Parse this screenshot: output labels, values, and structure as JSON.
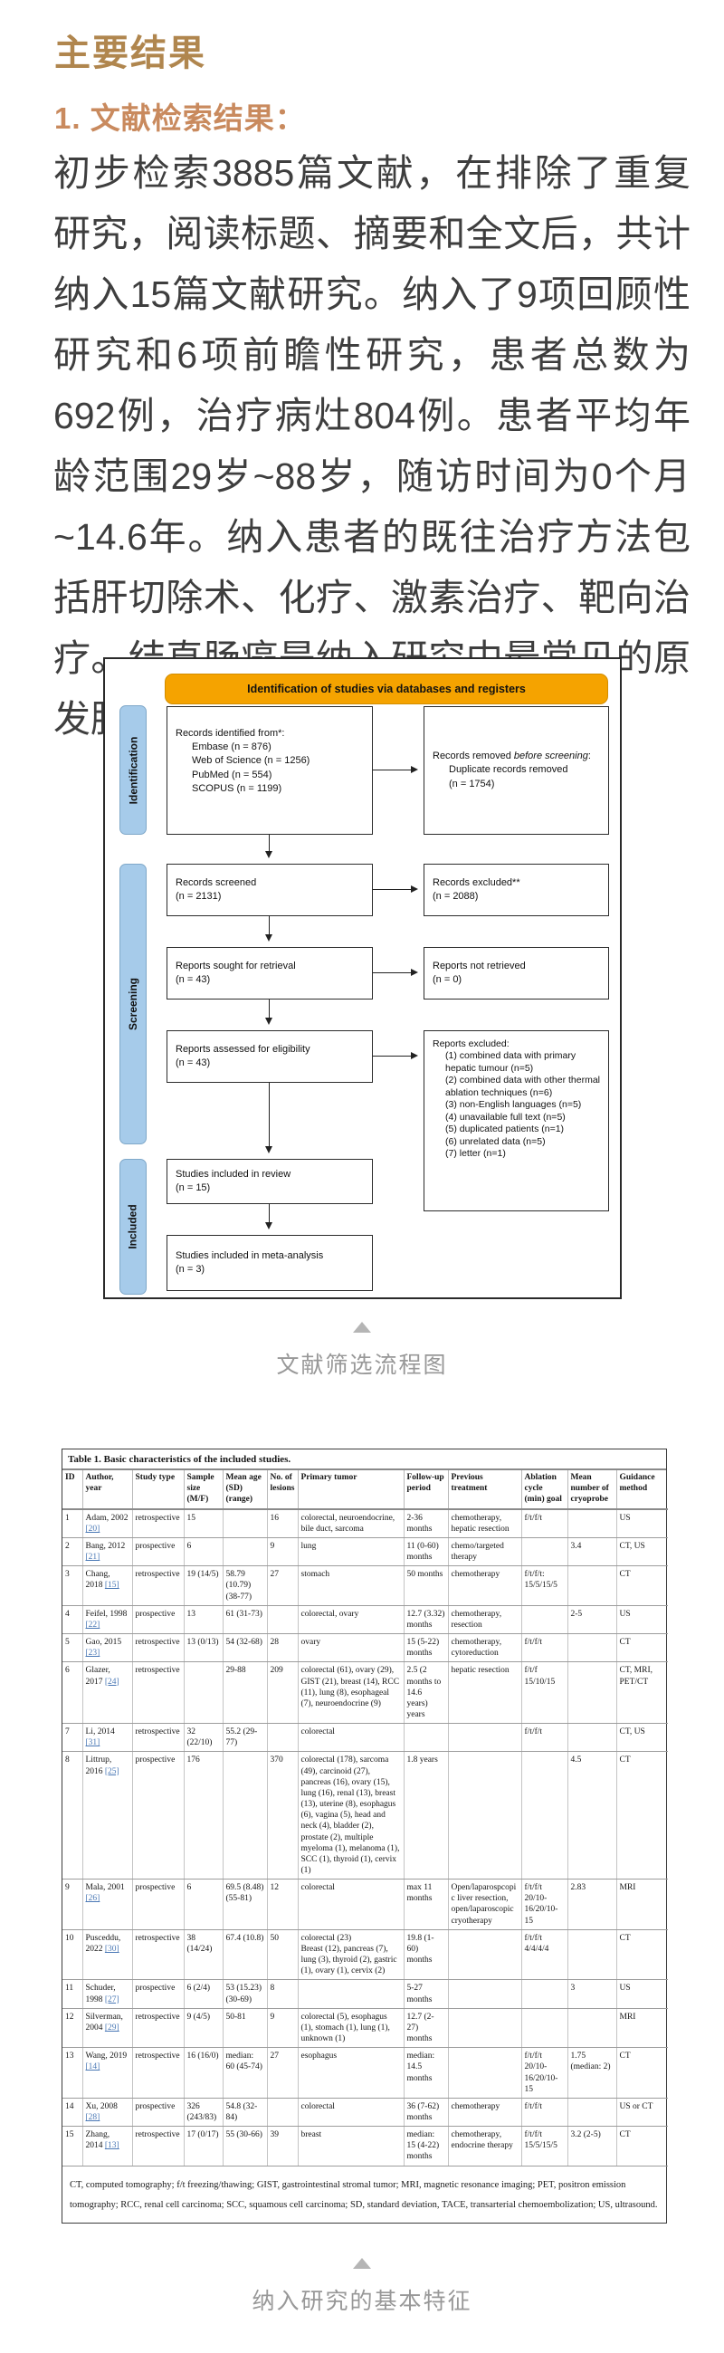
{
  "colors": {
    "title_gold": "#b0864e",
    "section_tan": "#c98a5e",
    "body_text": "#3e3e3e",
    "prisma_yellow": "#F5A300",
    "prisma_blue": "#A6CBEA",
    "citation_link_blue": "#4A78B5",
    "caption_gray": "#989898"
  },
  "icons": {
    "figure_caption_marker": "triangle-up",
    "table_caption_marker": "triangle-up"
  },
  "page": {
    "title": "主要结果",
    "section_heading": "1. 文献检索结果：",
    "paragraph": "初步检索3885篇文献，在排除了重复研究，阅读标题、摘要和全文后，共计纳入15篇文献研究。纳入了9项回顾性研究和6项前瞻性研究，患者总数为692例，治疗病灶804例。患者平均年龄范围29岁~88岁，随访时间为0个月~14.6年。纳入患者的既往治疗方法包括肝切除术、化疗、激素治疗、靶向治疗。结直肠癌是纳入研究中最常见的原发肿瘤部位。",
    "figure_caption": "文献筛选流程图",
    "table_caption": "纳入研究的基本特征"
  },
  "diagram": {
    "header": "Identification of studies via databases and registers",
    "tabs": [
      "Identification",
      "Screening",
      "Included"
    ],
    "identified_title": "Records identified from*:",
    "identified_lines": [
      "Embase (n = 876)",
      "Web of Science (n = 1256)",
      "PubMed (n = 554)",
      "SCOPUS (n = 1199)"
    ],
    "removed_pre": "Records removed ",
    "removed_italic": "before screening",
    "removed_colon": ":",
    "removed_body": "Duplicate records removed\n(n = 1754)",
    "screened": "Records screened\n(n = 2131)",
    "records_excluded": "Records excluded**\n(n = 2088)",
    "sought": "Reports sought for retrieval\n(n = 43)",
    "not_retrieved": "Reports not retrieved\n(n = 0)",
    "assessed": "Reports assessed for eligibility\n(n = 43)",
    "reports_excluded_title": "Reports excluded:",
    "reports_excluded_items": [
      "(1) combined data with primary hepatic tumour (n=5)",
      "(2) combined data with other thermal ablation techniques (n=6)",
      "(3) non-English languages (n=5)",
      "(4) unavailable full text (n=5)",
      "(5) duplicated patients (n=1)",
      "(6) unrelated data (n=5)",
      "(7) letter (n=1)"
    ],
    "included_review": "Studies included in review\n(n = 15)",
    "included_meta": "Studies included in meta-analysis\n(n = 3)"
  },
  "table": {
    "title": "Table 1.  Basic characteristics of the included studies.",
    "headers": [
      "ID",
      "Author, year",
      "Study type",
      "Sample size (M/F)",
      "Mean age (SD) (range)",
      "No. of lesions",
      "Primary tumor",
      "Follow-up period",
      "Previous treatment",
      "Ablation cycle (min) goal",
      "Mean number of cryoprobe",
      "Guidance method"
    ],
    "rows": [
      {
        "id": "1",
        "author": "Adam, 2002",
        "ref": "[20]",
        "study_type": "retrospective",
        "sample": "15",
        "age": "",
        "lesions": "16",
        "primary": "colorectal, neuroendocrine, bile duct, sarcoma",
        "followup": "2-36 months",
        "previous": "chemotherapy, hepatic resection",
        "ablation": "f/t/f/t",
        "probes": "",
        "guidance": "US"
      },
      {
        "id": "2",
        "author": "Bang, 2012",
        "ref": "[21]",
        "study_type": "prospective",
        "sample": "6",
        "age": "",
        "lesions": "9",
        "primary": "lung",
        "followup": "11 (0-60) months",
        "previous": "chemo/targeted therapy",
        "ablation": "",
        "probes": "3.4",
        "guidance": "CT, US"
      },
      {
        "id": "3",
        "author": "Chang, 2018",
        "ref": "[15]",
        "study_type": "retrospective",
        "sample": "19 (14/5)",
        "age": "58.79 (10.79) (38-77)",
        "lesions": "27",
        "primary": "stomach",
        "followup": "50 months",
        "previous": "chemotherapy",
        "ablation": "f/t/f/t: 15/5/15/5",
        "probes": "",
        "guidance": "CT"
      },
      {
        "id": "4",
        "author": "Feifel, 1998",
        "ref": "[22]",
        "study_type": "prospective",
        "sample": "13",
        "age": "61 (31-73)",
        "lesions": "",
        "primary": "colorectal, ovary",
        "followup": "12.7 (3.32) months",
        "previous": "chemotherapy, resection",
        "ablation": "",
        "probes": "2-5",
        "guidance": "US"
      },
      {
        "id": "5",
        "author": "Gao, 2015",
        "ref": "[23]",
        "study_type": "retrospective",
        "sample": "13 (0/13)",
        "age": "54 (32-68)",
        "lesions": "28",
        "primary": "ovary",
        "followup": "15 (5-22) months",
        "previous": "chemotherapy, cytoreduction",
        "ablation": "f/t/f/t",
        "probes": "",
        "guidance": "CT"
      },
      {
        "id": "6",
        "author": "Glazer, 2017",
        "ref": "[24]",
        "study_type": "retrospective",
        "sample": "",
        "age": "29-88",
        "lesions": "209",
        "primary": "colorectal (61), ovary (29), GIST (21), breast (14), RCC (11), lung (8), esophageal (7), neuroendocrine (9)",
        "followup": "2.5 (2 months to 14.6 years) years",
        "previous": "hepatic resection",
        "ablation": "f/t/f 15/10/15",
        "probes": "",
        "guidance": "CT, MRI, PET/CT"
      },
      {
        "id": "7",
        "author": "Li, 2014",
        "ref": "[31]",
        "study_type": "retrospective",
        "sample": "32 (22/10)",
        "age": "55.2 (29-77)",
        "lesions": "",
        "primary": "colorectal",
        "followup": "",
        "previous": "",
        "ablation": "f/t/f/t",
        "probes": "",
        "guidance": "CT, US"
      },
      {
        "id": "8",
        "author": "Littrup, 2016",
        "ref": "[25]",
        "study_type": "prospective",
        "sample": "176",
        "age": "",
        "lesions": "370",
        "primary": "colorectal (178), sarcoma (49), carcinoid (27), pancreas (16), ovary (15), lung (16), renal (13), breast (13), uterine (8), esophagus (6), vagina (5), head and neck (4), bladder (2), prostate (2), multiple myeloma (1), melanoma (1), SCC (1), thyroid (1), cervix (1)",
        "followup": "1.8 years",
        "previous": "",
        "ablation": "",
        "probes": "4.5",
        "guidance": "CT"
      },
      {
        "id": "9",
        "author": "Mala, 2001",
        "ref": "[26]",
        "study_type": "prospective",
        "sample": "6",
        "age": "69.5 (8.48) (55-81)",
        "lesions": "12",
        "primary": "colorectal",
        "followup": "max 11 months",
        "previous": "Open/laparospcopic liver resection, open/laparoscopic cryotherapy",
        "ablation": "f/t/f/t 20/10-16/20/10-15",
        "probes": "2.83",
        "guidance": "MRI"
      },
      {
        "id": "10",
        "author": "Pusceddu, 2022",
        "ref": "[30]",
        "study_type": "retrospective",
        "sample": "38 (14/24)",
        "age": "67.4 (10.8)",
        "lesions": "50",
        "primary": "colorectal (23)\nBreast (12), pancreas (7), lung (3), thyroid (2), gastric (1), ovary (1), cervix (2)",
        "followup": "19.8 (1-60) months",
        "previous": "",
        "ablation": "f/t/f/t 4/4/4/4",
        "probes": "",
        "guidance": "CT"
      },
      {
        "id": "11",
        "author": "Schuder, 1998",
        "ref": "[27]",
        "study_type": "prospective",
        "sample": "6 (2/4)",
        "age": "53 (15.23) (30-69)",
        "lesions": "8",
        "primary": "",
        "followup": "5-27 months",
        "previous": "",
        "ablation": "",
        "probes": "3",
        "guidance": "US"
      },
      {
        "id": "12",
        "author": "Silverman, 2004",
        "ref": "[29]",
        "study_type": "retrospective",
        "sample": "9 (4/5)",
        "age": "50-81",
        "lesions": "9",
        "primary": "colorectal (5), esophagus (1), stomach (1), lung (1), unknown (1)",
        "followup": "12.7 (2-27) months",
        "previous": "",
        "ablation": "",
        "probes": "",
        "guidance": "MRI"
      },
      {
        "id": "13",
        "author": "Wang, 2019",
        "ref": "[14]",
        "study_type": "retrospective",
        "sample": "16 (16/0)",
        "age": "median: 60 (45-74)",
        "lesions": "27",
        "primary": "esophagus",
        "followup": "median: 14.5 months",
        "previous": "",
        "ablation": "f/t/f/t 20/10-16/20/10-15",
        "probes": "1.75 (median: 2)",
        "guidance": "CT"
      },
      {
        "id": "14",
        "author": "Xu, 2008",
        "ref": "[28]",
        "study_type": "prospective",
        "sample": "326 (243/83)",
        "age": "54.8 (32-84)",
        "lesions": "",
        "primary": "colorectal",
        "followup": "36 (7-62) months",
        "previous": "chemotherapy",
        "ablation": "f/t/f/t",
        "probes": "",
        "guidance": "US or CT"
      },
      {
        "id": "15",
        "author": "Zhang, 2014",
        "ref": "[13]",
        "study_type": "retrospective",
        "sample": "17 (0/17)",
        "age": "55 (30-66)",
        "lesions": "39",
        "primary": "breast",
        "followup": "median: 15 (4-22) months",
        "previous": "chemotherapy, endocrine therapy",
        "ablation": "f/t/f/t 15/5/15/5",
        "probes": "3.2 (2-5)",
        "guidance": "CT"
      }
    ],
    "footnote": "CT, computed tomography; f/t freezing/thawing; GIST, gastrointestinal stromal tumor; MRI, magnetic resonance imaging; PET, positron emission tomography; RCC, renal cell carcinoma; SCC, squamous cell carcinoma; SD, standard deviation, TACE, transarterial chemoembolization; US, ultrasound."
  }
}
